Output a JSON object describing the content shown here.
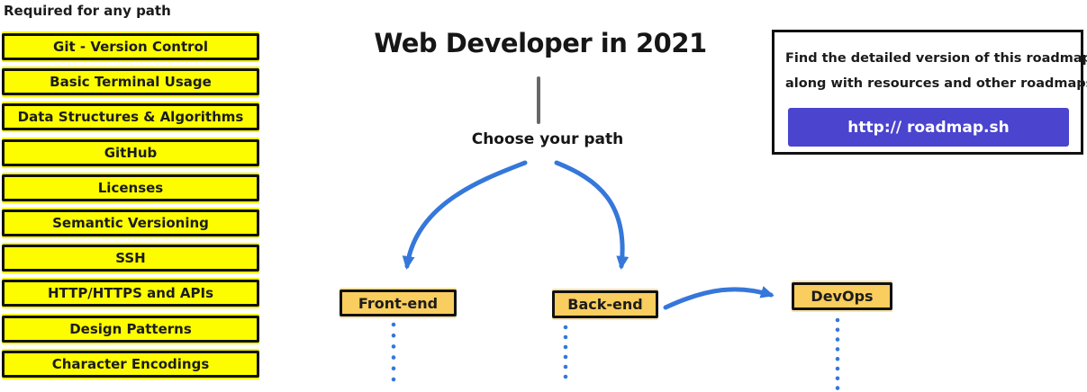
{
  "header": {
    "title": "Web Developer in 2021"
  },
  "left_panel": {
    "heading": "Required for any path",
    "items": [
      "Git - Version Control",
      "Basic Terminal Usage",
      "Data Structures & Algorithms",
      "GitHub",
      "Licenses",
      "Semantic Versioning",
      "SSH",
      "HTTP/HTTPS and APIs",
      "Design Patterns",
      "Character Encodings"
    ]
  },
  "path_chooser": {
    "label": "Choose your path",
    "options": [
      "Front-end",
      "Back-end",
      "DevOps"
    ]
  },
  "info_box": {
    "line1": "Find the detailed version of this roadmap",
    "line2": "along with resources and other roadmaps",
    "button_label": "http:// roadmap.sh"
  },
  "colors": {
    "node_yellow": "#fdfd00",
    "node_orange": "#f9cd5e",
    "arrow_blue": "#3577da",
    "button_purple": "#4a44ce",
    "connector_gray": "#686868",
    "border_black": "#111111"
  }
}
